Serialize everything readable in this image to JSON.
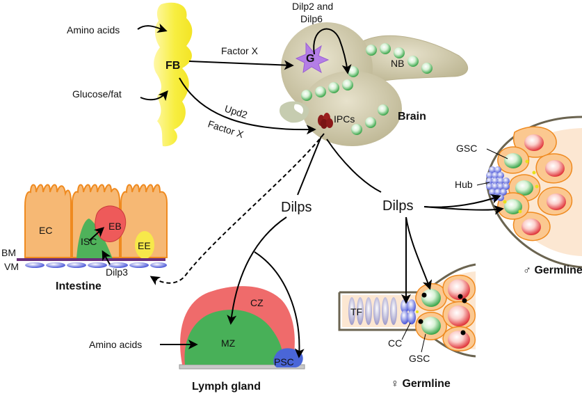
{
  "inputs": {
    "amino_acids_top": "Amino acids",
    "glucose_fat": "Glucose/fat",
    "amino_acids_lymph": "Amino acids"
  },
  "fat_body": {
    "label": "FB"
  },
  "brain": {
    "title": "Brain",
    "glia_label": "G",
    "nb_label": "NB",
    "ipcs_label": "IPCs",
    "glia_signal": "Dilp2 and\nDilp6"
  },
  "signals": {
    "factor_x_top": "Factor X",
    "upd2": "Upd2",
    "factor_x_bottom": "Factor X",
    "dilps_left": "Dilps",
    "dilps_right": "Dilps",
    "dilp3": "Dilp3"
  },
  "intestine": {
    "title": "Intestine",
    "ec": "EC",
    "eb": "EB",
    "isc": "ISC",
    "ee": "EE",
    "bm": "BM",
    "vm": "VM"
  },
  "lymph_gland": {
    "title": "Lymph gland",
    "cz": "CZ",
    "mz": "MZ",
    "psc": "PSC"
  },
  "female_germline": {
    "title": "♀ Germline",
    "tf": "TF",
    "cc": "CC",
    "gsc": "GSC"
  },
  "male_germline": {
    "title": "♂ Germline",
    "gsc": "GSC",
    "hub": "Hub"
  },
  "colors": {
    "fat_body": "#f7f04a",
    "brain": "#cdc7a8",
    "glia": "#b77ee8",
    "ipcs": "#8b1a1a",
    "green_cell": "#5fbf6a",
    "red_cell": "#f05a5a",
    "orange_outline": "#f08c24",
    "cell_fill": "#fbc890",
    "hub_cell": "#6a6fe0",
    "basement": "#6a2d7a"
  }
}
